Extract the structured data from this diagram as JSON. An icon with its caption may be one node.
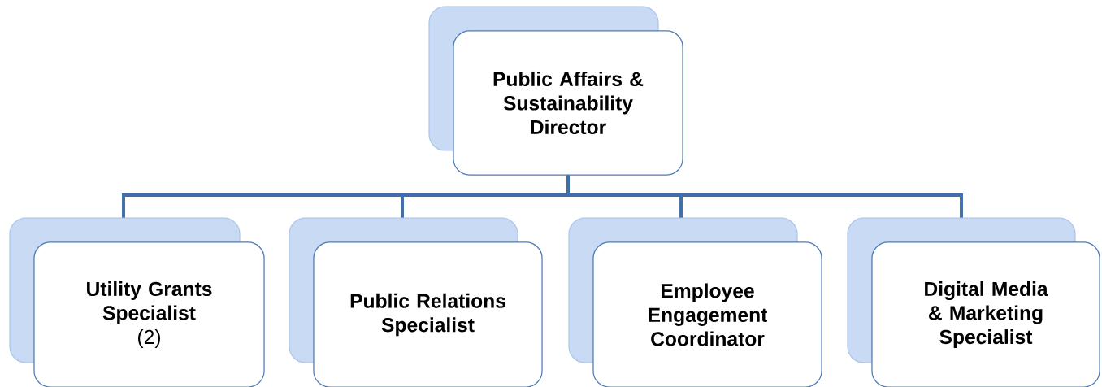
{
  "diagram": {
    "nodes": [
      {
        "text": [
          "Public Affairs & Sustainability Director"
        ]
      },
      {
        "text": [
          "Utility Grants Specialist",
          "(2)"
        ]
      },
      {
        "text": [
          "Public Relations Specialist"
        ]
      },
      {
        "text": [
          "Employee Engagement Coordinator"
        ]
      },
      {
        "text": [
          "Digital Media & Marketing Specialist"
        ]
      }
    ],
    "edges": [
      {
        "from": 0,
        "to": 1,
        "arrow": "none"
      },
      {
        "from": 0,
        "to": 2,
        "arrow": "none"
      },
      {
        "from": 0,
        "to": 3,
        "arrow": "none"
      },
      {
        "from": 0,
        "to": 4,
        "arrow": "none"
      }
    ]
  }
}
